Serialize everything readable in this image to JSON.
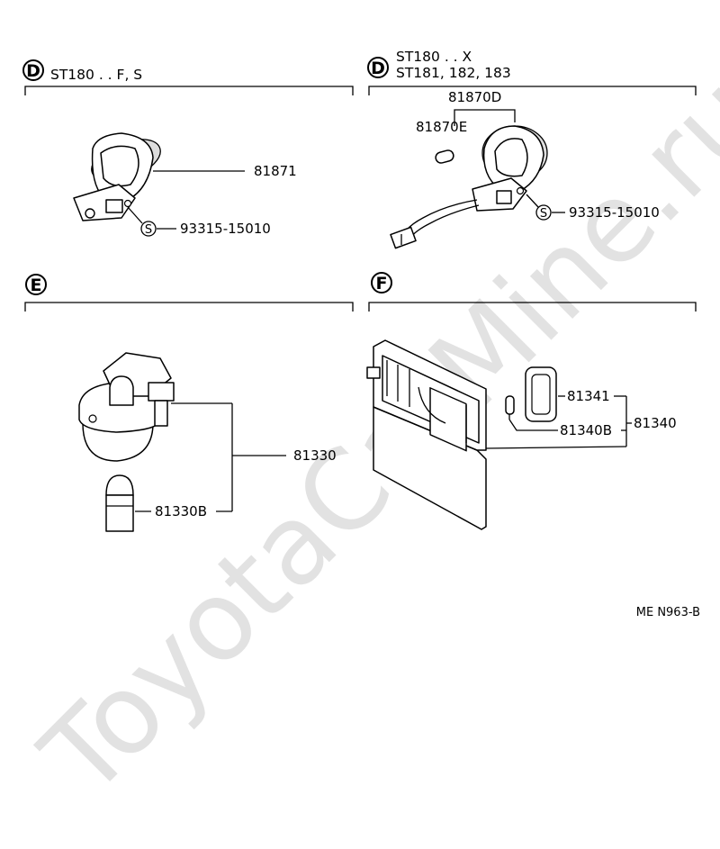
{
  "watermark": "ToyotaCarMine.ru",
  "diagram_code": "ME N963-B",
  "sections": {
    "d1": {
      "badge": "D",
      "models": "ST180 . . F, S",
      "part_lamp": "81871",
      "part_screw": "93315-15010",
      "screw_symbol": "S"
    },
    "d2": {
      "badge": "D",
      "models_line1": "ST180 . . X",
      "models_line2": "ST181, 182, 183",
      "part_assy": "81870D",
      "part_bulb": "81870E",
      "part_screw": "93315-15010",
      "screw_symbol": "S"
    },
    "e": {
      "badge": "E",
      "part_assy": "81330",
      "part_bulb": "81330B"
    },
    "f": {
      "badge": "F",
      "part_lens": "81341",
      "part_bulb": "81340B",
      "part_assy": "81340"
    }
  }
}
